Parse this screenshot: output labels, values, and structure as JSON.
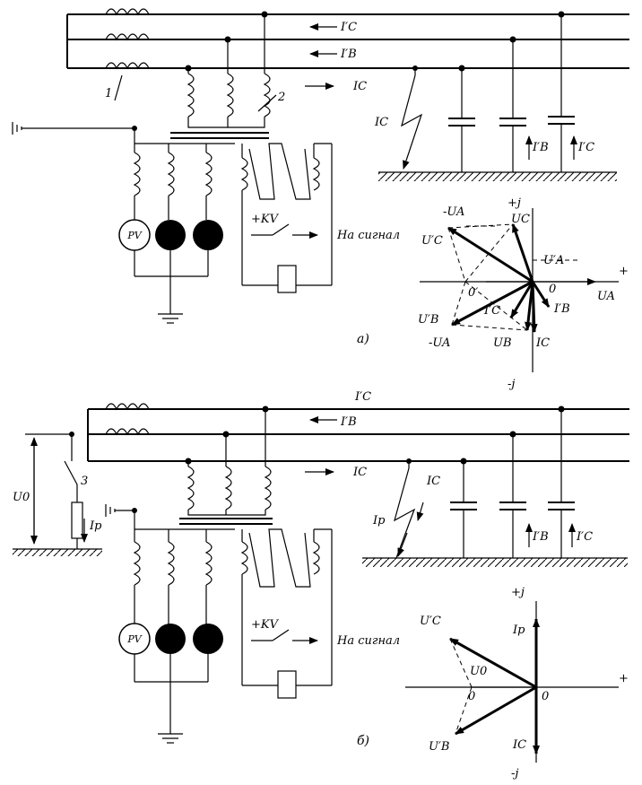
{
  "top": {
    "line_currents": [
      "I′C",
      "I′B",
      "IC"
    ],
    "labels": {
      "transformer_coil": "1",
      "voltage_transformer": "2"
    },
    "fault_current": "IC",
    "capacitive_currents": [
      "I′B",
      "I′C"
    ],
    "meter": "PV",
    "relay": "+KV",
    "signal": "На сигнал",
    "caption": "а)",
    "vector": {
      "axis_pos_imag": "+j",
      "axis_neg_imag": "-j",
      "axis_pos_real": "+",
      "origin": "0",
      "shifted_origin": "0′",
      "labels": [
        "-UA",
        "UC",
        "U′C",
        "U′A",
        "UA",
        "I′C",
        "I′B",
        "U′B",
        "-UA",
        "UB",
        "IC"
      ]
    }
  },
  "bottom": {
    "line_currents": [
      "I′C",
      "I′B",
      "IC"
    ],
    "labels": {
      "reactor": "3"
    },
    "fault_currents": [
      "IC",
      "Ip"
    ],
    "capacitive_currents": [
      "I′B",
      "I′C"
    ],
    "neutral_voltage": "U0",
    "reactor_current": "Ip",
    "meter": "PV",
    "relay": "+KV",
    "signal": "На сигнал",
    "caption": "б)",
    "vector": {
      "axis_pos_imag": "+j",
      "axis_neg_imag": "-j",
      "axis_pos_real": "+",
      "origin": "0",
      "shifted_origin": "0",
      "labels": [
        "U′C",
        "U0",
        "U′B",
        "Ip",
        "IC"
      ]
    }
  }
}
